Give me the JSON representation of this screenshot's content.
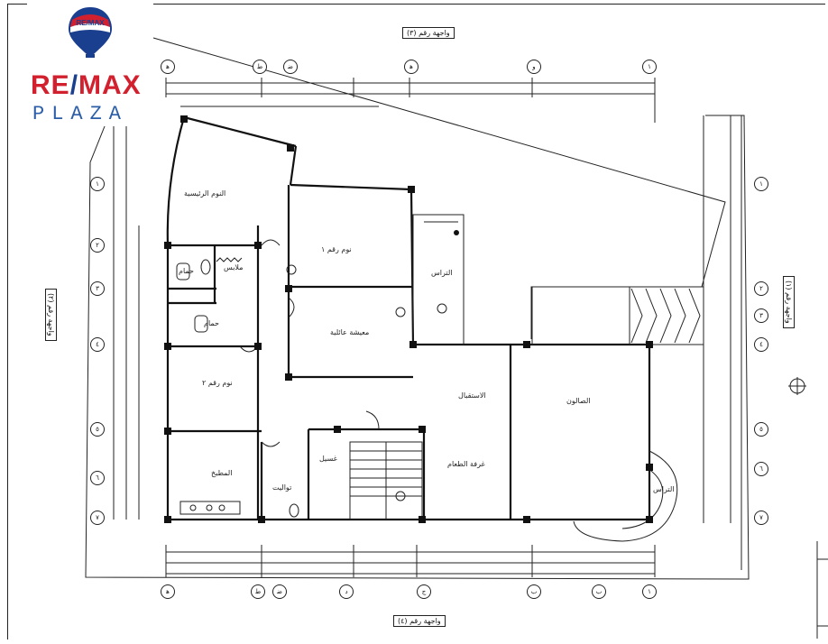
{
  "logo": {
    "balloon_text": "RE/MAX",
    "brand_left": "RE",
    "brand_slash": "/",
    "brand_right": "MAX",
    "sub": "PLAZA",
    "colors": {
      "red": "#d3202e",
      "blue": "#1b3f8f"
    }
  },
  "facades": {
    "top": "واجهة رقم (٣)",
    "bottom": "واجهة رقم (٤)",
    "left": "واجهة رقم (٢)",
    "right": "واجهة رقم (١)"
  },
  "rooms": {
    "master_bedroom": "النوم الرئيسية",
    "bedroom_1": "نوم رقم ١",
    "bedroom_2": "نوم رقم ٢",
    "dressing": "ملابس",
    "bath_1": "حمام",
    "bath_2": "حمام",
    "living": "معيشة عائلية",
    "terrace_1": "التراس",
    "terrace_2": "التراس",
    "reception": "الاستقبال",
    "salon": "الصالون",
    "dining": "غرفة الطعام",
    "kitchen": "المطبخ",
    "laundry": "غسيل",
    "toilet": "تواليت"
  },
  "grid_top": [
    "ﻫ",
    "ط",
    "ﺿ",
    "ﻫ",
    "ﻭ",
    "١"
  ],
  "grid_bottom": [
    "ﻫ",
    "ط",
    "ﺿ",
    "ﺩ",
    "ﺝ",
    "ﺏ",
    "ﺏ",
    "١"
  ],
  "grid_left": [
    "١",
    "٢",
    "٣",
    "٤",
    "٥",
    "٦",
    "٧"
  ],
  "grid_right": [
    "١",
    "٢",
    "٣",
    "٤",
    "٥",
    "٦",
    "٧"
  ],
  "icons": {
    "north": "north-arrow-icon",
    "balloon": "hot-air-balloon-icon"
  }
}
